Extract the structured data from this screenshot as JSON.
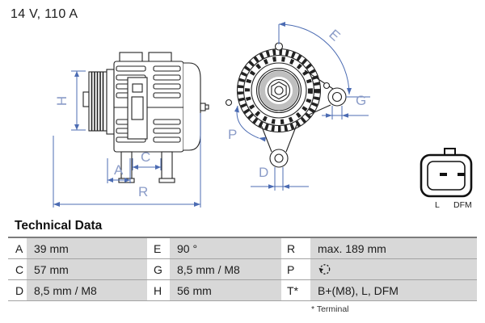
{
  "title": "14 V, 110 A",
  "drawing": {
    "side_view": {
      "name": "alternator-side-view",
      "labels": {
        "H": "H",
        "A": "A",
        "C": "C",
        "R": "R"
      }
    },
    "front_view": {
      "name": "alternator-front-view",
      "labels": {
        "E": "E",
        "G": "G",
        "P": "P",
        "D": "D"
      }
    },
    "connector": {
      "name": "plug-connector-2pin",
      "pin_labels": [
        "L",
        "DFM"
      ]
    }
  },
  "technical_data": {
    "heading": "Technical Data",
    "rows": [
      [
        {
          "label": "A",
          "value": "39 mm"
        },
        {
          "label": "E",
          "value": "90 °"
        },
        {
          "label": "R",
          "value": "max. 189 mm"
        }
      ],
      [
        {
          "label": "C",
          "value": "57 mm"
        },
        {
          "label": "G",
          "value": "8,5 mm / M8"
        },
        {
          "label": "P",
          "value": "",
          "icon": "rotation-direction-icon"
        }
      ],
      [
        {
          "label": "D",
          "value": "8,5 mm / M8"
        },
        {
          "label": "H",
          "value": "56 mm"
        },
        {
          "label": "T*",
          "value": "B+(M8), L, DFM"
        }
      ]
    ],
    "footnote": "* Terminal"
  },
  "colors": {
    "dimension_line": "#4c6cb3",
    "dimension_label": "#8b9cc8",
    "drawing_line": "#222222",
    "table_value_bg": "#d8d8d8",
    "rule_dark": "#7c7c7c",
    "rule_light": "#a3a3a3"
  }
}
